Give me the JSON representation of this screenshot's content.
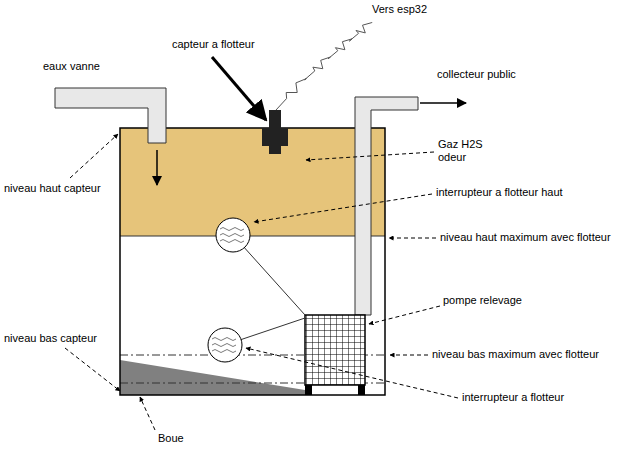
{
  "diagram": {
    "labels": [
      "Vers esp32",
      "eaux vanne",
      "capteur a flotteur",
      "collecteur public",
      "Gaz H2S odeur",
      "niveau haut capteur",
      "interrupteur a flotteur haut",
      "niveau haut maximum avec flotteur",
      "pompe relevage",
      "niveau bas capteur",
      "niveau bas maximum avec flotteur",
      "interrupteur a flotteur",
      "Boue"
    ]
  }
}
